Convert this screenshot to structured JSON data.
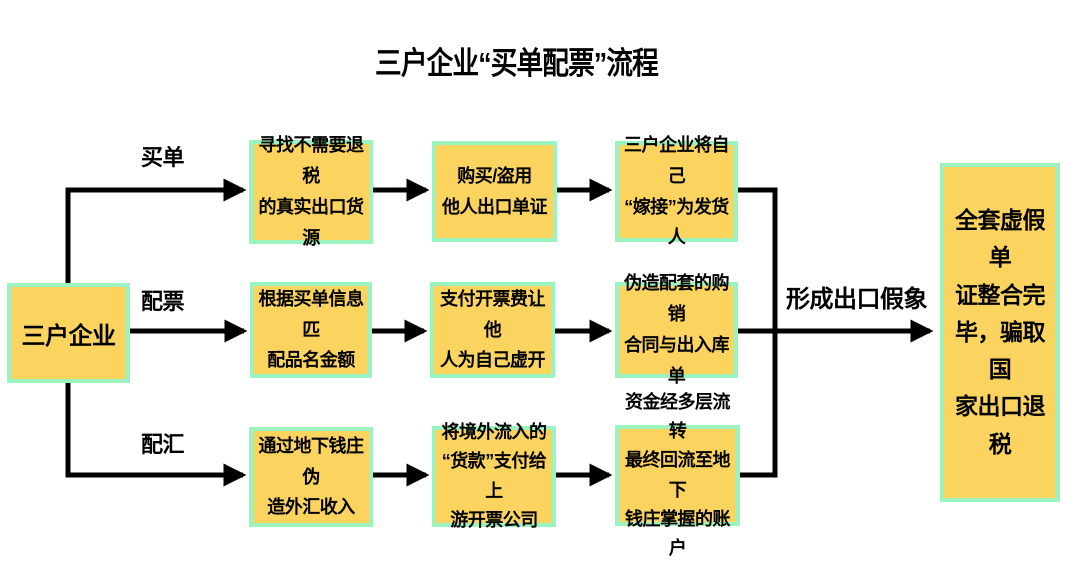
{
  "title": "三户企业“买单配票”流程",
  "colors": {
    "box_fill": "#FBD35F",
    "box_border": "#9BF3C0",
    "arrow": "#000000",
    "background": "#FFFFFF"
  },
  "source": {
    "label": "三户企业"
  },
  "branches": [
    {
      "label": "买单",
      "steps": [
        "寻找不需要退税\n的真实出口货源",
        "购买/盗用\n他人出口单证",
        "三户企业将自己\n“嫁接”为发货人"
      ]
    },
    {
      "label": "配票",
      "steps": [
        "根据买单信息匹\n配品名金额",
        "支付开票费让他\n人为自己虚开",
        "伪造配套的购销\n合同与出入库单"
      ]
    },
    {
      "label": "配汇",
      "steps": [
        "通过地下钱庄伪\n造外汇收入",
        "将境外流入的\n“货款”支付给上\n游开票公司",
        "资金经多层流转\n最终回流至地下\n钱庄掌握的账户"
      ]
    }
  ],
  "convergence_label": "形成出口假象",
  "result": {
    "label": "全套虚假单\n证整合完\n毕，骗取国\n家出口退税"
  }
}
